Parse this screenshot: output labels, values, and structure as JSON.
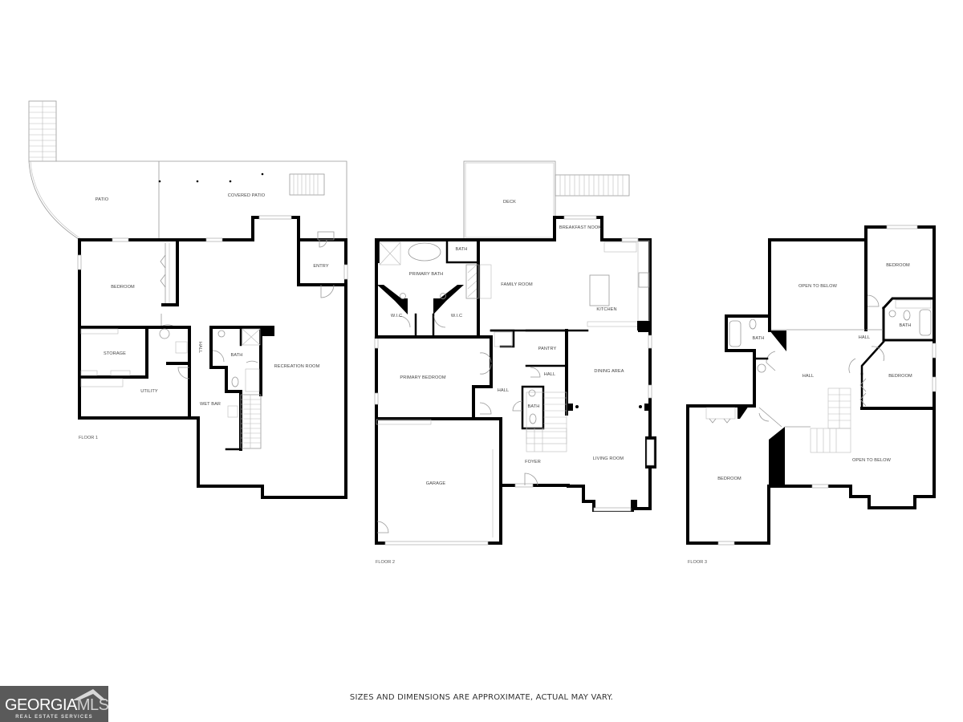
{
  "floors": [
    {
      "label": "FLOOR 1",
      "rooms": {
        "patio": "PATIO",
        "covered_patio": "COVERED PATIO",
        "entry": "ENTRY",
        "bedroom": "BEDROOM",
        "storage": "STORAGE",
        "utility": "UTILITY",
        "hall": "HALL",
        "bath": "BATH",
        "wet_bar": "WET BAR",
        "recreation_room": "RECREATION ROOM"
      }
    },
    {
      "label": "FLOOR 2",
      "rooms": {
        "deck": "DECK",
        "breakfast_nook": "BREAKFAST NOOK",
        "bath_small": "BATH",
        "primary_bath": "PRIMARY BATH",
        "family_room": "FAMILY ROOM",
        "kitchen": "KITCHEN",
        "wic_left": "W.I.C",
        "wic_right": "W.I.C",
        "pantry": "PANTRY",
        "primary_bedroom": "PRIMARY BEDROOM",
        "hall_small": "HALL",
        "hall": "HALL",
        "dining_area": "DINING AREA",
        "bath": "BATH",
        "garage": "GARAGE",
        "foyer": "FOYER",
        "living_room": "LIVING ROOM"
      }
    },
    {
      "label": "FLOOR 3",
      "rooms": {
        "open_to_below_top": "OPEN TO BELOW",
        "bedroom_top": "BEDROOM",
        "bath_left": "BATH",
        "hall_right": "HALL",
        "bath_right": "BATH",
        "hall": "HALL",
        "bedroom_right": "BEDROOM",
        "bedroom_left": "BEDROOM",
        "open_to_below_bottom": "OPEN TO BELOW"
      }
    }
  ],
  "footer": {
    "disclaimer": "SIZES AND DIMENSIONS ARE APPROXIMATE, ACTUAL MAY VARY.",
    "logo_main": "GEORGIA",
    "logo_accent": "MLS",
    "logo_sub": "REAL ESTATE SERVICES"
  }
}
